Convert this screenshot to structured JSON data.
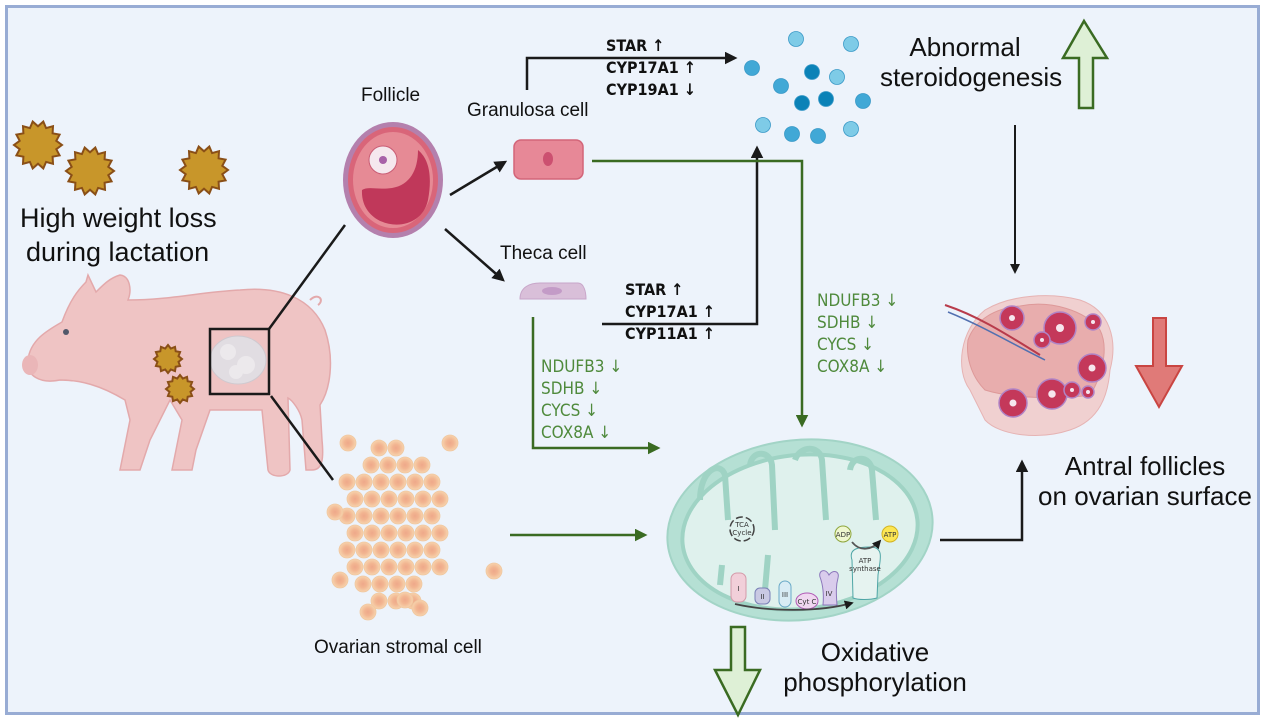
{
  "title_left": {
    "line1": "High weight loss",
    "line2": "during lactation"
  },
  "labels": {
    "follicle": "Follicle",
    "granulosa_cell": "Granulosa cell",
    "theca_cell": "Theca cell",
    "ovarian_stromal_cell": "Ovarian stromal cell",
    "abnormal_steroidogenesis_1": "Abnormal",
    "abnormal_steroidogenesis_2": "steroidogenesis",
    "oxidative_phosphorylation_1": "Oxidative",
    "oxidative_phosphorylation_2": "phosphorylation",
    "antral_follicles_1": "Antral follicles",
    "antral_follicles_2": "on ovarian surface"
  },
  "granulosa_genes": [
    {
      "name": "STAR",
      "direction": "↑"
    },
    {
      "name": "CYP17A1",
      "direction": "↑"
    },
    {
      "name": "CYP19A1",
      "direction": "↓"
    }
  ],
  "theca_genes": [
    {
      "name": "STAR",
      "direction": "↑"
    },
    {
      "name": "CYP17A1",
      "direction": "↑"
    },
    {
      "name": "CYP11A1",
      "direction": "↑"
    }
  ],
  "theca_oxphos_genes": [
    {
      "name": "NDUFB3",
      "direction": "↓"
    },
    {
      "name": "SDHB",
      "direction": "↓"
    },
    {
      "name": "CYCS",
      "direction": "↓"
    },
    {
      "name": "COX8A",
      "direction": "↓"
    }
  ],
  "granulosa_oxphos_genes": [
    {
      "name": "NDUFB3",
      "direction": "↓"
    },
    {
      "name": "SDHB",
      "direction": "↓"
    },
    {
      "name": "CYCS",
      "direction": "↓"
    },
    {
      "name": "COX8A",
      "direction": "↓"
    }
  ],
  "mitochondrion": {
    "tca": [
      "TCA",
      "Cycle"
    ],
    "complexes": [
      "I",
      "II",
      "III",
      "Cyt C",
      "IV"
    ],
    "adp": "ADP",
    "atp": "ATP",
    "atp_synthase": [
      "ATP",
      "synthase"
    ]
  },
  "indicators": {
    "steroidogenesis": "up",
    "oxidative_phosphorylation": "down",
    "antral_follicles": "down"
  },
  "colors": {
    "background": "#edf3fb",
    "border": "#98acd4",
    "green_line": "#3a6b22",
    "green_text": "#4f8a3c",
    "up_arrow_fill": "#def0d6",
    "down_arrow_red": "#e07a78",
    "steroid_blue": "#4aaedc"
  }
}
